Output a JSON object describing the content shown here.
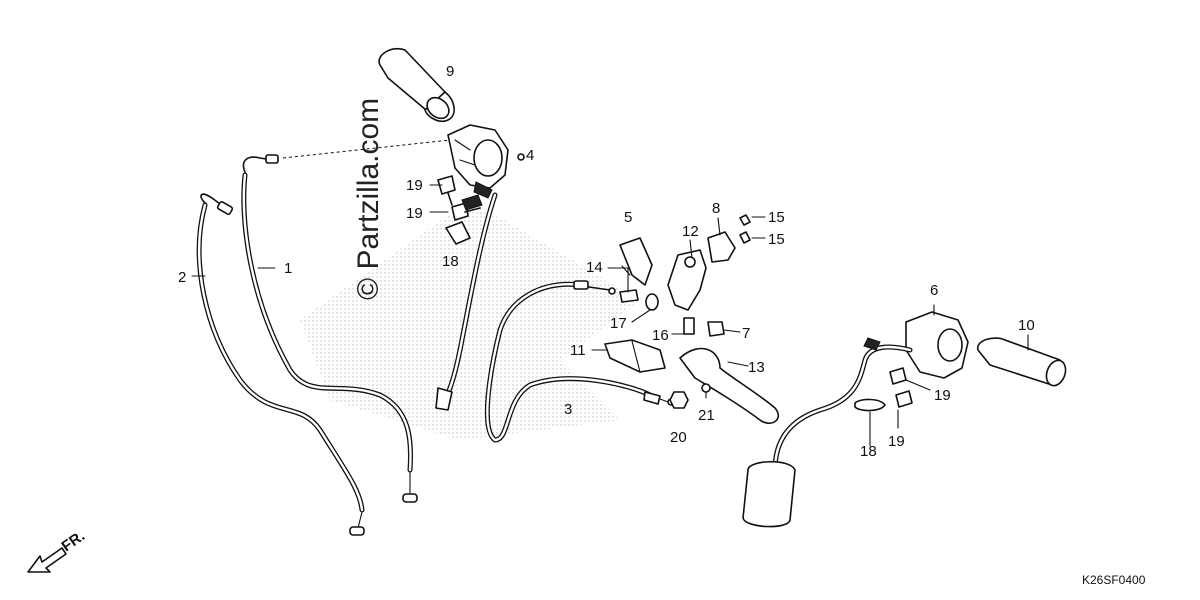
{
  "watermark": "© Partzilla.com",
  "diagram_code": "K26SF0400",
  "direction_label": "FR.",
  "callouts": [
    "1",
    "2",
    "3",
    "4",
    "5",
    "6",
    "7",
    "8",
    "9",
    "10",
    "11",
    "12",
    "13",
    "14",
    "15",
    "15",
    "16",
    "17",
    "18",
    "18",
    "19",
    "19",
    "19",
    "19",
    "20",
    "21"
  ]
}
